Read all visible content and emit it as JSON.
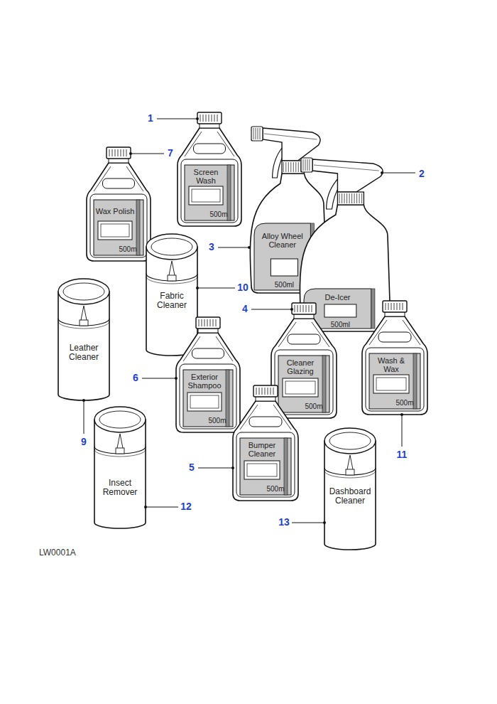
{
  "diagram": {
    "labels": [
      "1",
      "Screen Wash",
      "500m",
      "7",
      "Wax Polish",
      "500m",
      "2",
      "3",
      "Alloy Wheel Cleaner",
      "500ml",
      "De-Icer",
      "500ml",
      "10",
      "Fabric Cleaner",
      "Leather Cleaner",
      "6",
      "Exterior Shampoo",
      "500m",
      "4",
      "Cleaner Glazing",
      "500m",
      "Wash & Wax",
      "500m",
      "11",
      "9",
      "5",
      "Bumper Cleaner",
      "500m",
      "Insect Remover",
      "12",
      "Dashboard Cleaner",
      "13",
      "LW0001A"
    ]
  }
}
